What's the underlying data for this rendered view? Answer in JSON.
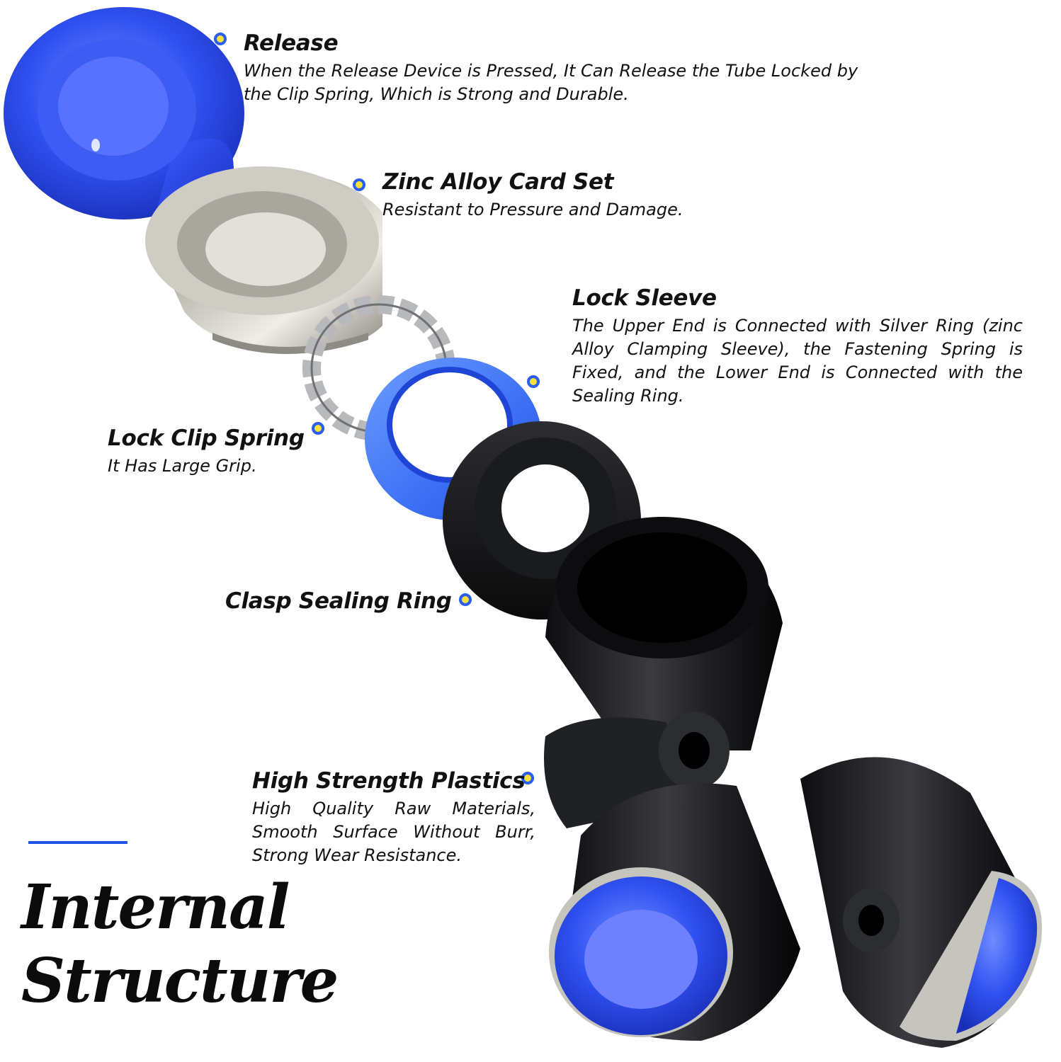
{
  "colors": {
    "accent_blue": "#1f55e6",
    "marker_fill": "#f7e23a",
    "part_blue": "#2a4ff2",
    "part_silver": "#c9c7c0",
    "part_black": "#1b1b1d"
  },
  "parts": {
    "release": {
      "title": "Release",
      "desc": "When the Release Device is Pressed, It Can Release the Tube Locked by the Clip Spring, Which is Strong and Durable."
    },
    "zinc_alloy": {
      "title": "Zinc Alloy Card Set",
      "desc": "Resistant to Pressure and Damage."
    },
    "lock_sleeve": {
      "title": "Lock Sleeve",
      "desc": "The Upper End is Connected with Silver Ring (zinc Alloy Clamping Sleeve), the Fastening Spring is Fixed, and the Lower End is Connected with the Sealing Ring."
    },
    "lock_clip": {
      "title": "Lock Clip Spring",
      "desc": "It Has Large Grip."
    },
    "clasp": {
      "title": "Clasp Sealing Ring"
    },
    "high_strength": {
      "title": "High Strength Plastics",
      "desc": "High Quality Raw Materials, Smooth Surface Without Burr, Strong Wear Resistance."
    }
  },
  "heading": {
    "line1": "Internal",
    "line2": "Structure"
  }
}
